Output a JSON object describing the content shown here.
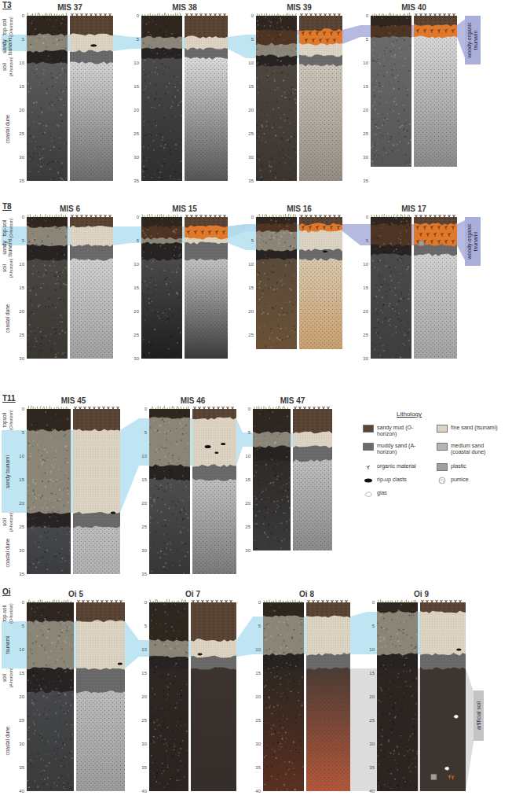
{
  "diagram": {
    "nodes": [
      {
        "text": [
          "MIS 37"
        ]
      },
      {
        "text": [
          "MIS 38"
        ]
      },
      {
        "text": [
          "MIS 39"
        ]
      },
      {
        "text": [
          "MIS 40"
        ]
      },
      {
        "text": [
          "woody-organic tsunami"
        ]
      },
      {
        "text": [
          "MIS 6"
        ]
      },
      {
        "text": [
          "MIS 15"
        ]
      },
      {
        "text": [
          "MIS 16"
        ]
      },
      {
        "text": [
          "MIS 17"
        ]
      },
      {
        "text": [
          "woody-organic tsunami"
        ]
      },
      {
        "text": [
          "MIS 45"
        ]
      },
      {
        "text": [
          "MIS 46"
        ]
      },
      {
        "text": [
          "MIS 47"
        ]
      },
      {
        "text": [
          "Oi 5"
        ]
      },
      {
        "text": [
          "Oi 7"
        ]
      },
      {
        "text": [
          "Oi 8"
        ]
      },
      {
        "text": [
          "Oi 9"
        ]
      },
      {
        "text": [
          "artificial soil"
        ]
      }
    ],
    "labels": [
      "T3",
      "top-soil",
      "(O-horizon)",
      "sandy tsunami",
      "soil",
      "(A-horizon)",
      "coastal dune",
      "0",
      "5",
      "10",
      "15",
      "20",
      "25",
      "30",
      "35",
      "0",
      "5",
      "10",
      "15",
      "20",
      "25",
      "30",
      "35",
      "0",
      "5",
      "10",
      "15",
      "20",
      "25",
      "30",
      "35",
      "0",
      "5",
      "10",
      "15",
      "20",
      "25",
      "30",
      "35",
      "T8",
      "top-soil",
      "(O-horizon)",
      "sandy tsunami",
      "soil",
      "(A-horizon)",
      "coastal dune",
      "0",
      "5",
      "10",
      "15",
      "20",
      "25",
      "30",
      "0",
      "5",
      "10",
      "15",
      "20",
      "25",
      "30",
      "0",
      "5",
      "10",
      "15",
      "20",
      "25",
      "0",
      "5",
      "10",
      "15",
      "20",
      "25",
      "30",
      "T11",
      "topsoil",
      "(O-horizon)",
      "sandy tsunami",
      "soil",
      "(A-horizon)",
      "coastal dune",
      "0",
      "5",
      "10",
      "15",
      "20",
      "25",
      "30",
      "35",
      "0",
      "5",
      "10",
      "15",
      "20",
      "25",
      "30",
      "35",
      "0",
      "5",
      "10",
      "15",
      "20",
      "25",
      "30",
      "Oi",
      "top-soil",
      "(O-horizon)",
      "tsunami",
      "soil",
      "(A-horizon)",
      "coastal dune",
      "0",
      "5",
      "10",
      "15",
      "20",
      "25",
      "30",
      "35",
      "40",
      "0",
      "5",
      "10",
      "15",
      "20",
      "25",
      "30",
      "35",
      "40",
      "0",
      "5",
      "10",
      "15",
      "20",
      "25",
      "30",
      "35",
      "40",
      "0",
      "5",
      "10",
      "15",
      "20",
      "25",
      "30",
      "35",
      "40",
      "Lithology"
    ],
    "legend": [
      {
        "text": "sandy mud (O-horizon)",
        "color": "#5b4636"
      },
      {
        "text": "fine sand (tsunami)",
        "color": "#ddd3c2"
      },
      {
        "text": "muddy sand (A-horizon)",
        "color": "#6a6a6a"
      },
      {
        "text": "medium sand (coastal dune)",
        "color": "#b4b4b4"
      },
      {
        "text": "organic material"
      },
      {
        "text": "plastic",
        "color": "#9e9e9e"
      },
      {
        "text": "rip-up clasts"
      },
      {
        "text": "pumice"
      },
      {
        "text": "glas"
      }
    ]
  }
}
